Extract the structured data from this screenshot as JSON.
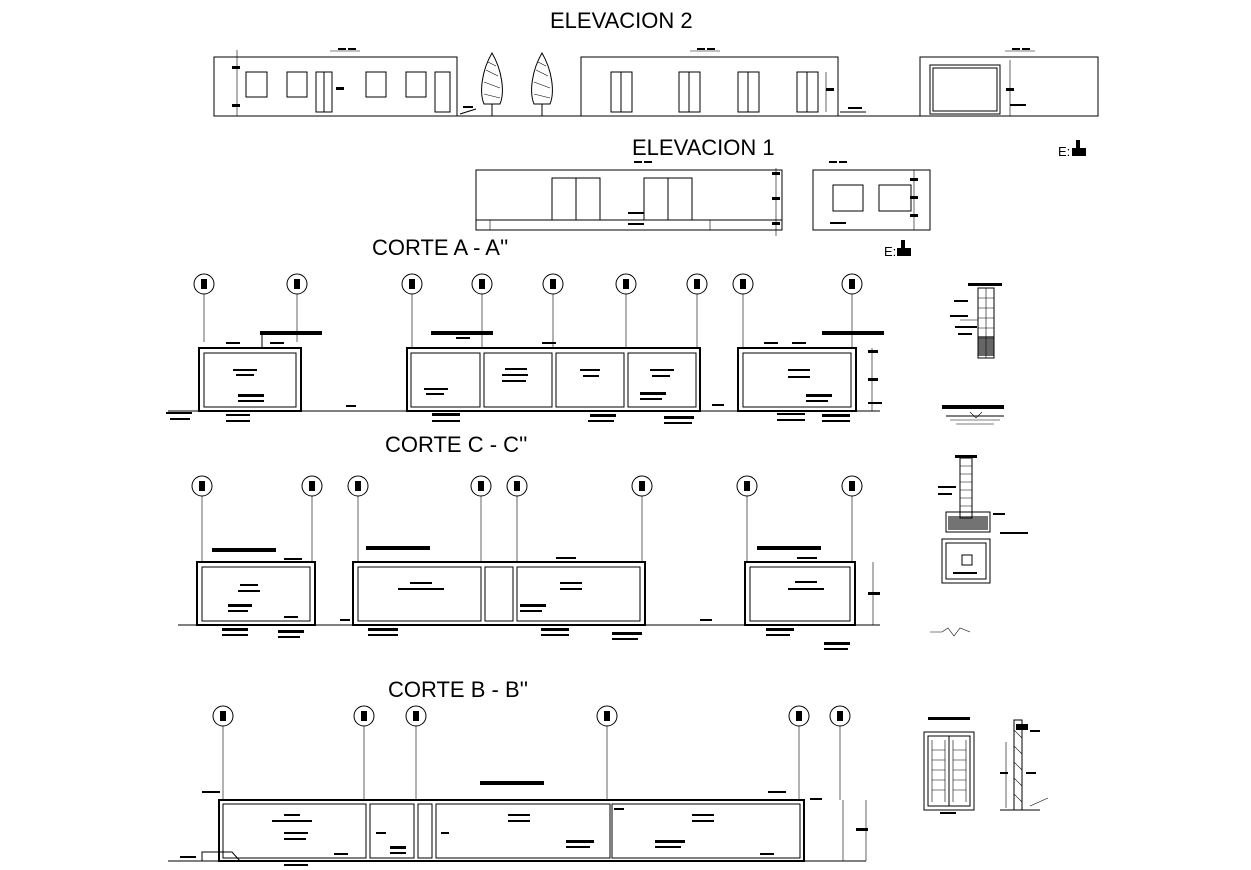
{
  "sheet": {
    "titles": {
      "elevation_2": "ELEVACION 2",
      "elevation_1": "ELEVACION 1",
      "section_aa": "CORTE A - A''",
      "section_cc": "CORTE C - C''",
      "section_bb": "CORTE B - B''"
    },
    "scale_marks": {
      "elevation_1": "E:",
      "section_aa": "E:"
    }
  },
  "colors": {
    "ink": "#000000",
    "paper": "#ffffff"
  }
}
